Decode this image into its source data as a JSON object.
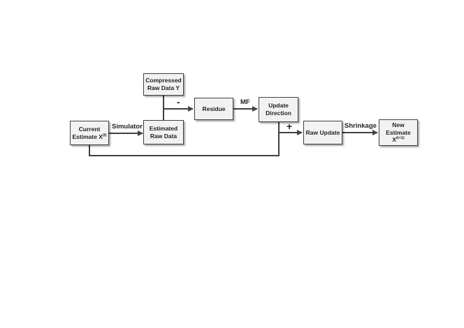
{
  "nodes": {
    "current": {
      "line1": "Current",
      "line2": "Estimate X",
      "sup": "(t)"
    },
    "compressed": {
      "line1": "Compressed",
      "line2": "Raw Data Y"
    },
    "estimated": {
      "line1": "Estimated",
      "line2": "Raw Data"
    },
    "residue": {
      "line1": "Residue"
    },
    "update_dir": {
      "line1": "Update",
      "line2": "Direction"
    },
    "raw_update": {
      "line1": "Raw Update"
    },
    "new_est": {
      "line1": "New",
      "line2": "Estimate",
      "line3": "X",
      "sup": "(t+1)"
    }
  },
  "edges": {
    "simulator": "Simulator",
    "mf": "MF",
    "shrinkage": "Shrinkage"
  },
  "signs": {
    "minus": "-",
    "plus": "+"
  },
  "colors": {
    "stroke": "#404040",
    "box_fill": "#f2f2f2"
  }
}
